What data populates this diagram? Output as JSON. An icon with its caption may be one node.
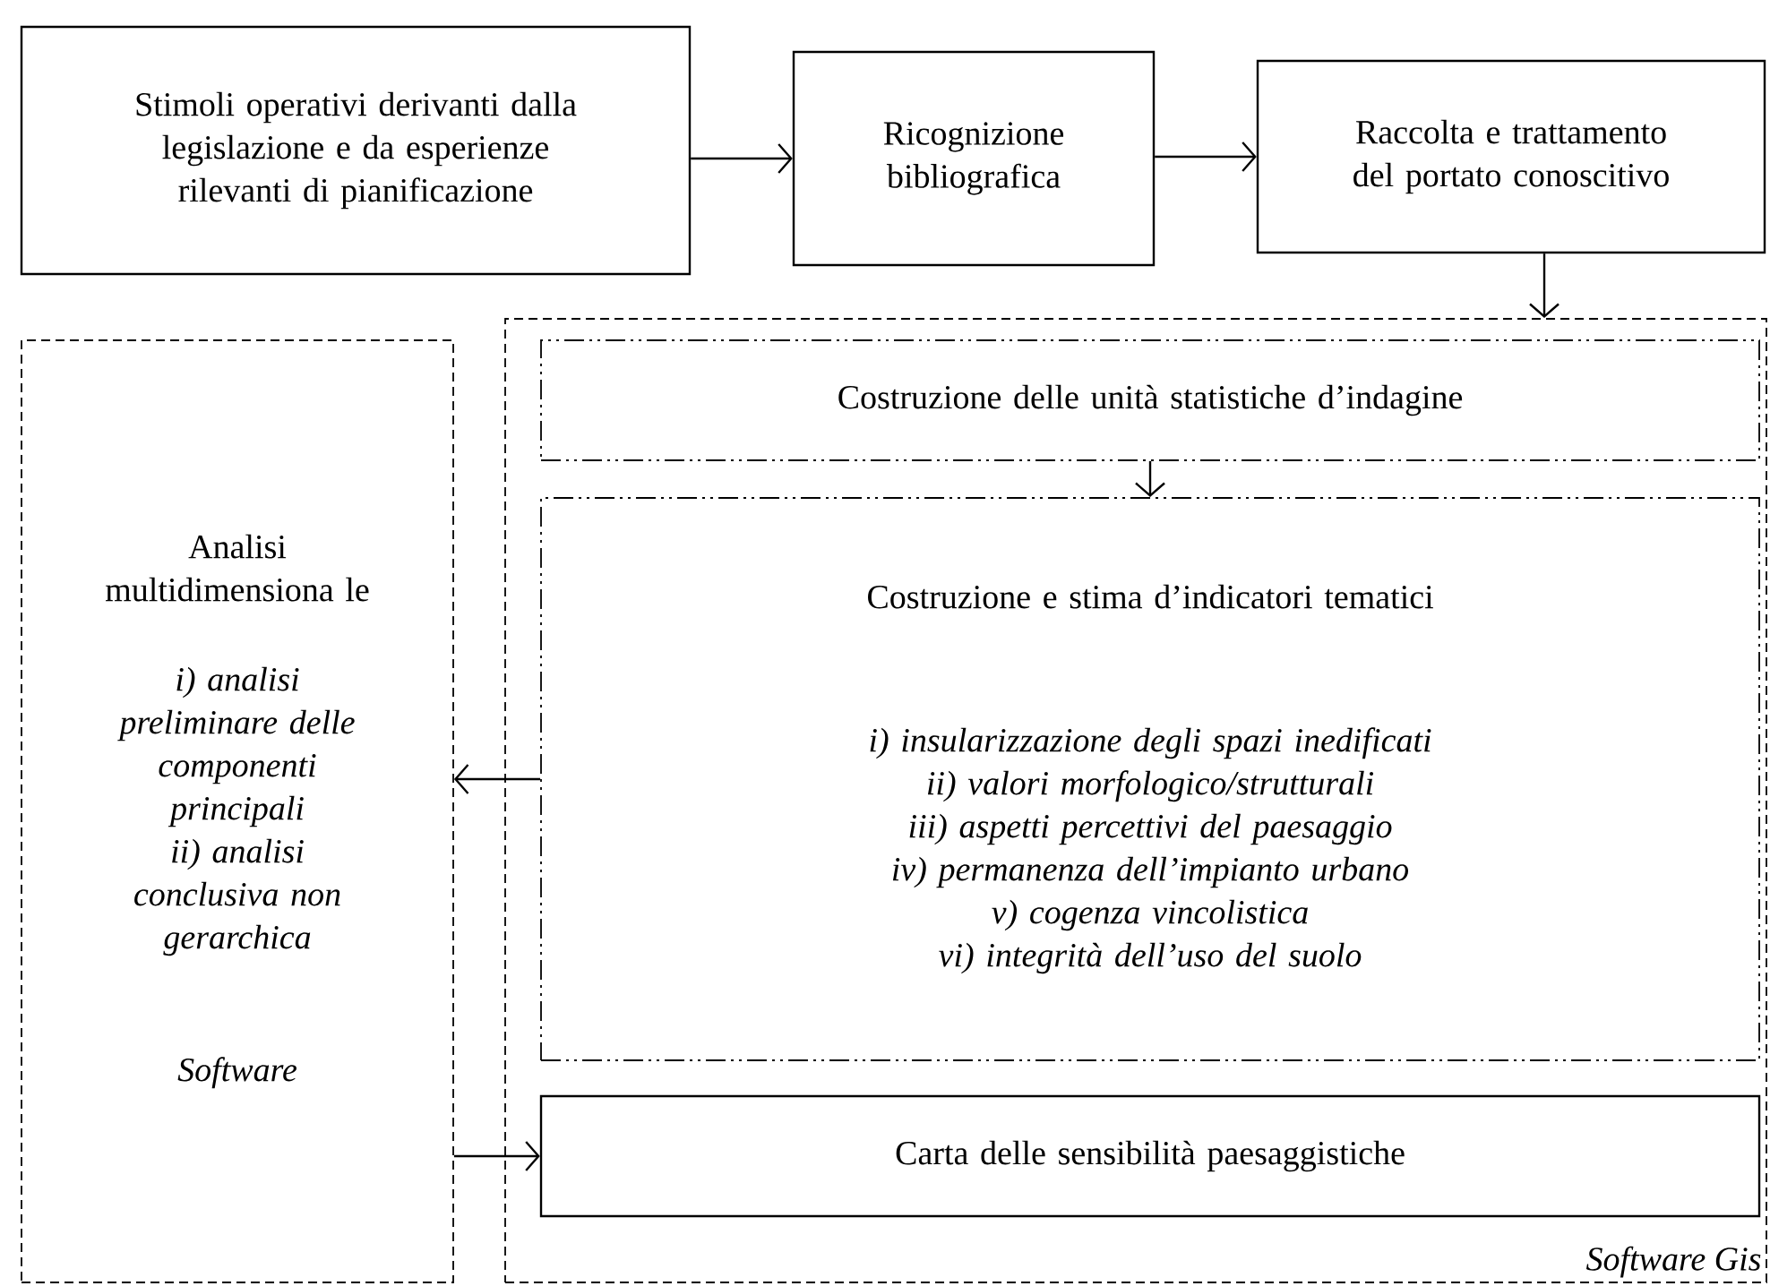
{
  "diagram": {
    "nodes": [
      {
        "text": [
          "Stimoli operativi derivanti dalla legislazione e da esperienze rilevanti di pianificazione"
        ]
      },
      {
        "text": [
          "Ricognizione bibliografica"
        ]
      },
      {
        "text": [
          "Raccolta e trattamento del portato conoscitivo"
        ]
      },
      {
        "text": [
          "Analisi multidimensiona le",
          "i) analisi preliminare delle componenti principali",
          "ii) analisi conclusiva non gerarchica",
          "Software"
        ]
      },
      {
        "text": [
          "Software Gis"
        ]
      },
      {
        "text": [
          "Costruzione delle unità statistiche d’indagine"
        ],
        "in": 4
      },
      {
        "text": [
          "Costruzione e stima d’indicatori tematici",
          "i) insularizzazione degli spazi inedificati",
          "ii) valori morfologico/strutturali",
          "iii) aspetti percettivi del paesaggio",
          "iv) permanenza dell’impianto urbano",
          "v) cogenza vincolistica",
          "vi) integrità dell’uso del suolo"
        ],
        "in": 4
      },
      {
        "text": [
          "Carta delle sensibilità paesaggistiche"
        ],
        "in": 4
      }
    ],
    "edges": [
      {
        "from": 0,
        "to": 1,
        "arrow": "to"
      },
      {
        "from": 1,
        "to": 2,
        "arrow": "to"
      },
      {
        "from": 2,
        "to": 4,
        "arrow": "to"
      },
      {
        "from": 5,
        "to": 6,
        "arrow": "to"
      },
      {
        "from": 6,
        "to": 3,
        "arrow": "to"
      },
      {
        "from": 3,
        "to": 7,
        "arrow": "to"
      }
    ]
  }
}
